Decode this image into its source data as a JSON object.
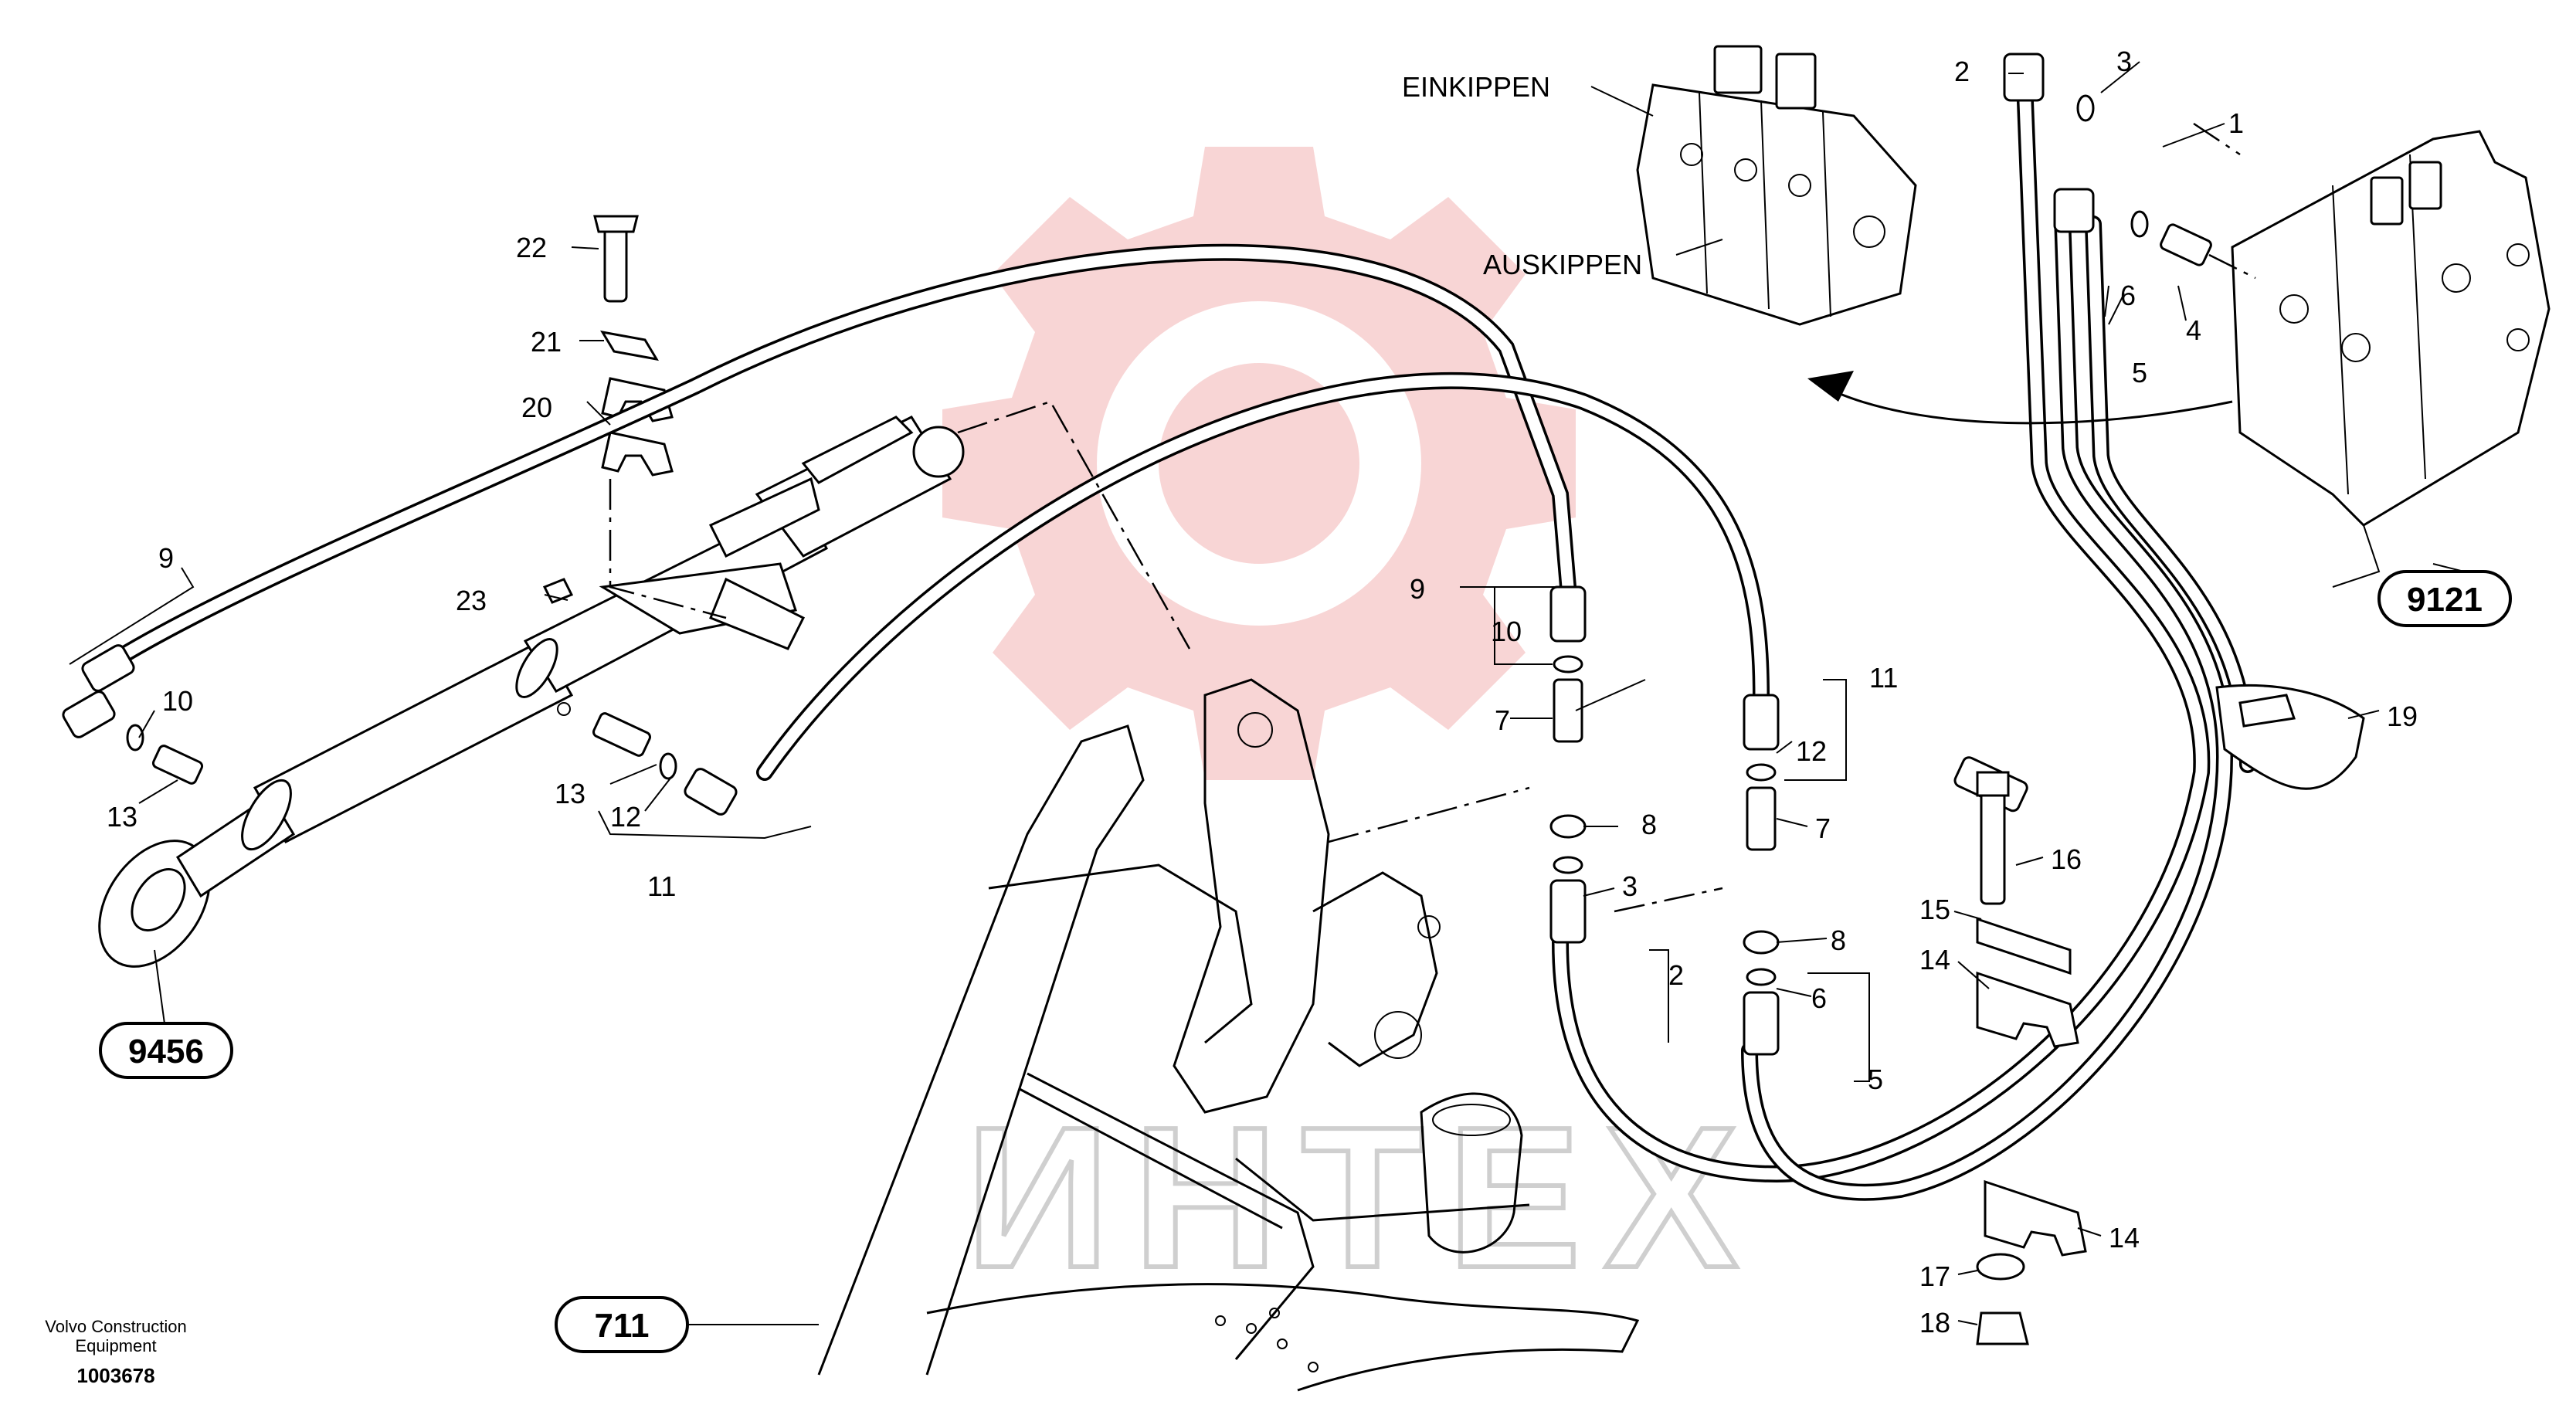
{
  "labels": {
    "einkippen": "EINKIPPEN",
    "auskippen": "AUSKIPPEN",
    "p1": "1",
    "p2a": "2",
    "p2b": "2",
    "p3a": "3",
    "p3b": "3",
    "p4": "4",
    "p5a": "5",
    "p5b": "5",
    "p6a": "6",
    "p6b": "6",
    "p7a": "7",
    "p7b": "7",
    "p8a": "8",
    "p8b": "8",
    "p9a": "9",
    "p9b": "9",
    "p10a": "10",
    "p10b": "10",
    "p11a": "11",
    "p11b": "11",
    "p12a": "12",
    "p12b": "12",
    "p13a": "13",
    "p13b": "13",
    "p14a": "14",
    "p14b": "14",
    "p15": "15",
    "p16": "16",
    "p17": "17",
    "p18": "18",
    "p19": "19",
    "p20": "20",
    "p21": "21",
    "p22": "22",
    "p23": "23"
  },
  "references": {
    "valve": "9121",
    "cylinder": "9456",
    "frame": "711"
  },
  "footer": {
    "brand_line1": "Volvo Construction",
    "brand_line2": "Equipment",
    "doc_number": "1003678"
  },
  "watermark": {
    "text": "ИНТЕХ",
    "gear_color": "#f3b3b3"
  }
}
